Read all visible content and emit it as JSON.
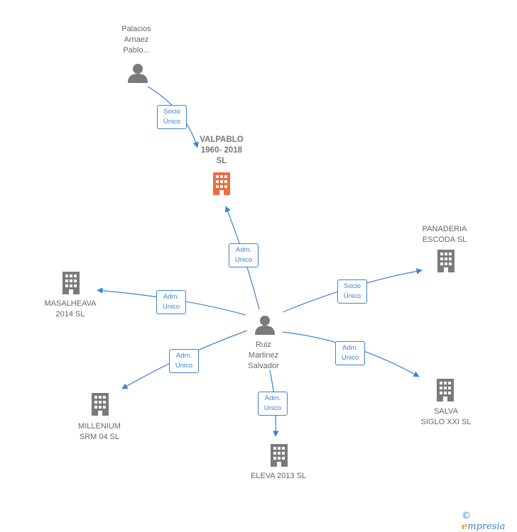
{
  "colors": {
    "edge": "#3b82d6",
    "company": "#7a7a7a",
    "company_focus": "#f26a3d",
    "person": "#7a7a7a"
  },
  "nodes": {
    "palacios": {
      "label": "Palacios\nArnaez\nPablo...",
      "icon": "person-icon"
    },
    "valpablo": {
      "label": "VALPABLO\n1960- 2018\nSL",
      "icon": "building-icon"
    },
    "panaderia": {
      "label": "PANADERIA\nESCODA SL",
      "icon": "building-icon"
    },
    "masalheava": {
      "label": "MASALHEAVA\n2014  SL",
      "icon": "building-icon"
    },
    "ruiz": {
      "label": "Ruiz\nMartinez\nSalvador",
      "icon": "person-icon"
    },
    "millenium": {
      "label": "MILLENIUM\nSRM 04 SL",
      "icon": "building-icon"
    },
    "eleva": {
      "label": "ELEVA 2013 SL",
      "icon": "building-icon"
    },
    "salva": {
      "label": "SALVA\nSIGLO XXI SL",
      "icon": "building-icon"
    }
  },
  "relations": {
    "palacios_valpablo": "Socio\nÚnico",
    "ruiz_valpablo": "Adm.\nUnico",
    "ruiz_panaderia": "Socio\nÚnico",
    "ruiz_masalheava": "Adm.\nUnico",
    "ruiz_millenium": "Adm.\nUnico",
    "ruiz_eleva": "Adm.\nUnico",
    "ruiz_salva": "Adm.\nUnico"
  },
  "footer": {
    "copyright": "©",
    "brand_initial": "e",
    "brand_rest": "mpresia"
  }
}
